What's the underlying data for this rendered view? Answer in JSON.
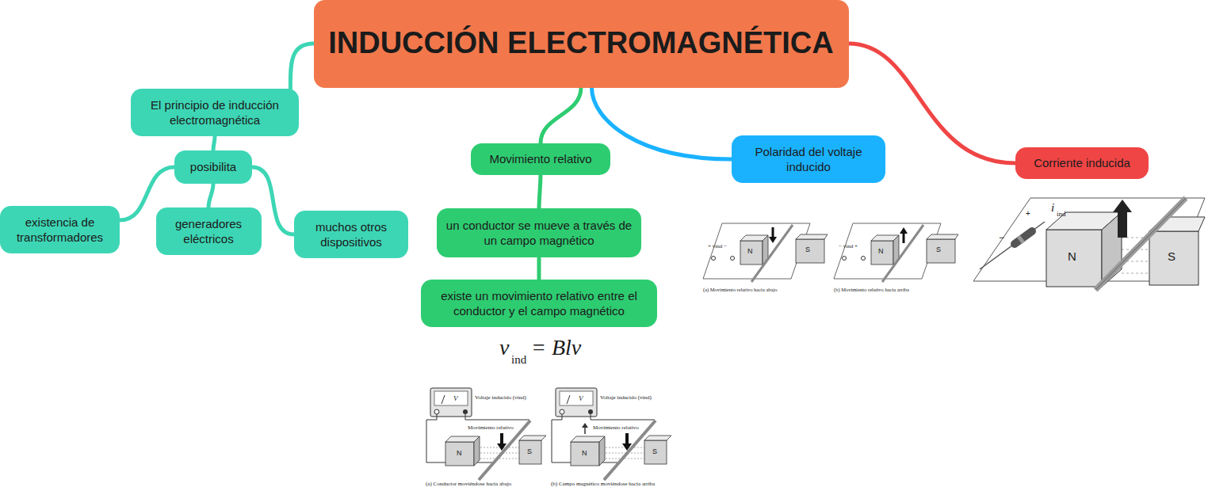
{
  "diagram": {
    "nodes": [
      {
        "text": [
          "INDUCCIÓN ELECTROMAGNÉTICA"
        ]
      },
      {
        "text": [
          "El principio de inducción electromagnética"
        ]
      },
      {
        "text": [
          "posibilita"
        ]
      },
      {
        "text": [
          "existencia de transformadores"
        ]
      },
      {
        "text": [
          "generadores eléctricos"
        ]
      },
      {
        "text": [
          "muchos otros dispositivos"
        ]
      },
      {
        "text": [
          "Movimiento relativo"
        ]
      },
      {
        "text": [
          "un conductor se mueve a través de un campo magnético"
        ]
      },
      {
        "text": [
          "existe un movimiento relativo entre el conductor y el campo magnético"
        ]
      },
      {
        "text": [
          "Polaridad del voltaje inducido"
        ]
      },
      {
        "text": [
          "Corriente inducida"
        ]
      }
    ],
    "edges": [
      {
        "from": 0,
        "to": 1,
        "arrow": "none"
      },
      {
        "from": 1,
        "to": 2,
        "arrow": "none"
      },
      {
        "from": 2,
        "to": 3,
        "arrow": "none"
      },
      {
        "from": 2,
        "to": 4,
        "arrow": "none"
      },
      {
        "from": 2,
        "to": 5,
        "arrow": "none"
      },
      {
        "from": 0,
        "to": 6,
        "arrow": "none"
      },
      {
        "from": 6,
        "to": 7,
        "arrow": "none"
      },
      {
        "from": 7,
        "to": 8,
        "arrow": "none"
      },
      {
        "from": 0,
        "to": 9,
        "arrow": "none"
      },
      {
        "from": 0,
        "to": 10,
        "arrow": "none"
      }
    ],
    "labels": [
      "v",
      "ind",
      "= Blv",
      "V",
      "Voltaje inducido (vind)",
      "Movimiento relativo",
      "N",
      "S",
      "(a) Conductor moviéndose hacia abajo",
      "V",
      "Voltaje inducido (vind)",
      "Movimiento relativo",
      "N",
      "S",
      "(b) Campo magnético moviéndose hacia arriba",
      "+ vind −",
      "N",
      "S",
      "(a) Movimiento relativo hacia abajo",
      "− vind +",
      "N",
      "S",
      "(b) Movimiento relativo hacia arriba",
      "i",
      "ind",
      "+",
      "−",
      "N",
      "S"
    ]
  }
}
